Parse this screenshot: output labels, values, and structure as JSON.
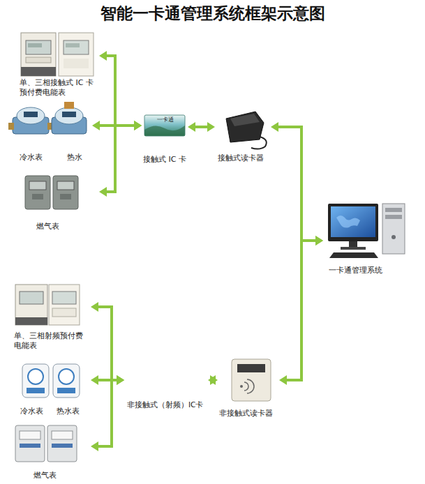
{
  "diagram": {
    "title": "智能一卡通管理系统框架示意图",
    "nodes": [
      {
        "text": [
          "单、三相接触式 IC 卡预付费电能表"
        ]
      },
      {
        "text": [
          "冷水表",
          "热水"
        ]
      },
      {
        "text": [
          "燃气表"
        ]
      },
      {
        "text": [
          "一卡通",
          "接触式 IC 卡"
        ]
      },
      {
        "text": [
          "接触式读卡器"
        ]
      },
      {
        "text": [
          "一卡通管理系统"
        ]
      },
      {
        "text": [
          "单、三相射频预付费电能表"
        ]
      },
      {
        "text": [
          "冷水表",
          "热水表"
        ]
      },
      {
        "text": [
          "燃气表"
        ]
      },
      {
        "text": [
          "非接触式（射频）IC卡"
        ]
      },
      {
        "text": [
          "非接触式读卡器"
        ]
      }
    ],
    "edges": [
      {
        "from": 3,
        "to": 0,
        "arrow": "both"
      },
      {
        "from": 3,
        "to": 1,
        "arrow": "both"
      },
      {
        "from": 3,
        "to": 2,
        "arrow": "both"
      },
      {
        "from": 3,
        "to": 4,
        "arrow": "both"
      },
      {
        "from": 4,
        "to": 5,
        "arrow": "both"
      },
      {
        "from": 10,
        "to": 5,
        "arrow": "both"
      },
      {
        "from": 9,
        "to": 6,
        "arrow": "both"
      },
      {
        "from": 9,
        "to": 7,
        "arrow": "both"
      },
      {
        "from": 9,
        "to": 8,
        "arrow": "both"
      },
      {
        "from": 9,
        "to": 10,
        "arrow": "both"
      }
    ]
  }
}
